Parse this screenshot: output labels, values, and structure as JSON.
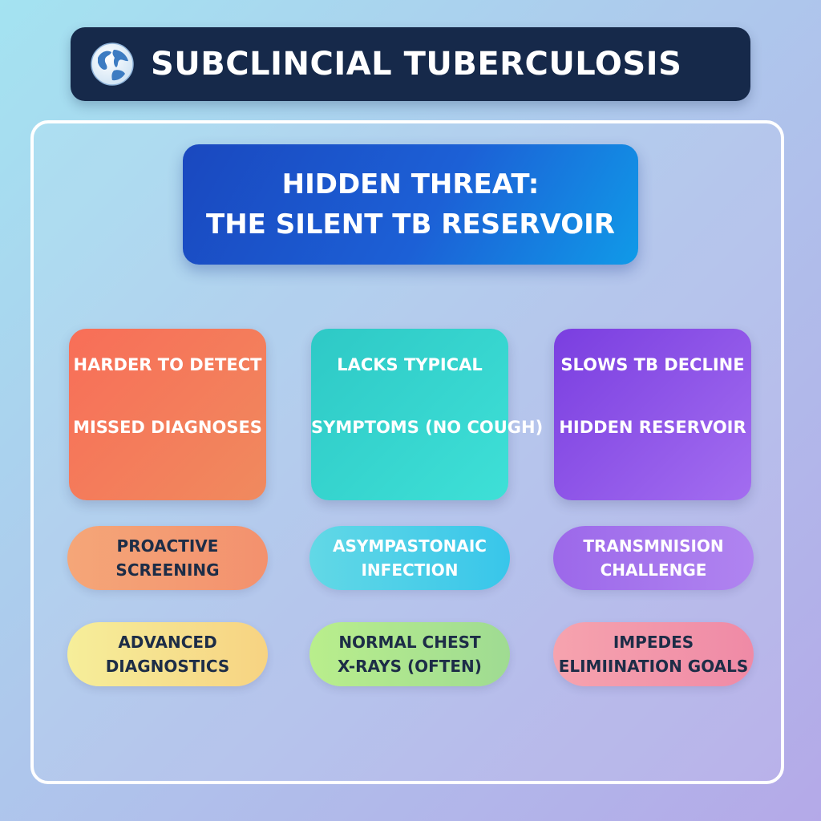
{
  "header": {
    "title": "SUBCLINCIAL TUBERCULOSIS",
    "icon": "globe-icon"
  },
  "hero": {
    "line1": "HIDDEN THREAT:",
    "line2": "THE SILENT TB RESERVOIR"
  },
  "cards": [
    {
      "line1": "HARDER TO DETECT",
      "line2": "MISSED DIAGNOSES",
      "color": "#f4765a"
    },
    {
      "line1": "LACKS TYPICAL",
      "line2": "SYMPTOMS (NO COUGH)",
      "color": "#33d1cc"
    },
    {
      "line1": "SLOWS TB DECLINE",
      "line2": "HIDDEN RESERVOIR",
      "color": "#8a4ee6"
    }
  ],
  "pills_row1": [
    {
      "line1": "PROACTIVE",
      "line2": "SCREENING",
      "color": "#f49c73"
    },
    {
      "line1": "ASYMPASTONAIC",
      "line2": "INFECTION",
      "color": "#4ccfe8"
    },
    {
      "line1": "TRANSMNISION",
      "line2": "CHALLENGE",
      "color": "#a676ee"
    }
  ],
  "pills_row2": [
    {
      "line1": "ADVANCED",
      "line2": "DIAGNOSTICS",
      "color": "#f7e08e"
    },
    {
      "line1": "NORMAL CHEST",
      "line2": "X-RAYS (OFTEN)",
      "color": "#aee58f"
    },
    {
      "line1": "IMPEDES",
      "line2": "ELIMIINATION GOALS",
      "color": "#f397aa"
    }
  ]
}
